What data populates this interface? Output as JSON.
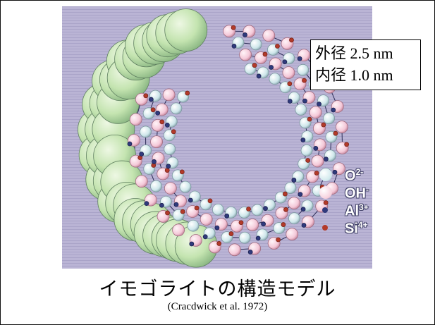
{
  "dimensions": {
    "outer_label": "外径",
    "outer_value": "2.5 nm",
    "inner_label": "内径",
    "inner_value": "1.0 nm"
  },
  "legend": [
    {
      "label": "O",
      "superscript": "2-",
      "color": "#cfe8ec"
    },
    {
      "label": "OH",
      "superscript": "-",
      "color": "#f6cfdc"
    },
    {
      "label": "Al",
      "superscript": "3+",
      "color": "#303a7c"
    },
    {
      "label": "Si",
      "superscript": "4+",
      "color": "#b33a2a"
    }
  ],
  "caption": {
    "title": "イモゴライトの構造モデル",
    "citation": "(Cracdwick et al. 1972)"
  },
  "colors": {
    "background": "#b9b3d4",
    "large_sphere": "#c6e6b4",
    "oxygen": "#cfe8ec",
    "hydroxyl": "#f6cfdc",
    "aluminum": "#303a7c",
    "silicon": "#b33a2a"
  }
}
